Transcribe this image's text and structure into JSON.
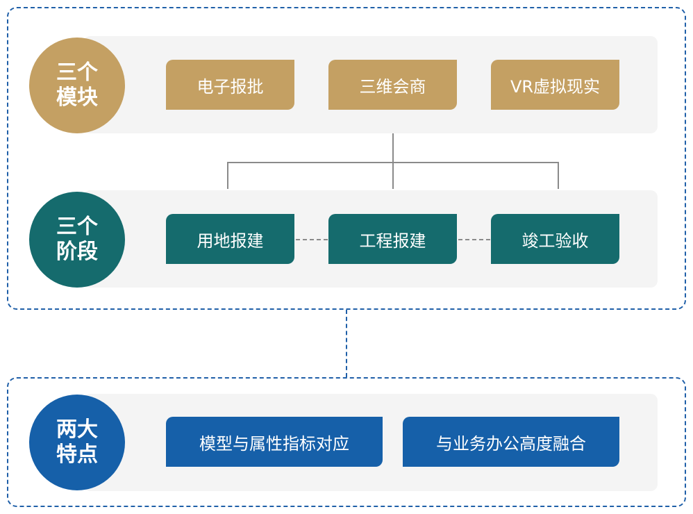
{
  "modules": {
    "circle_line1": "三个",
    "circle_line2": "模块",
    "items": [
      "电子报批",
      "三维会商",
      "VR虚拟现实"
    ]
  },
  "stages": {
    "circle_line1": "三个",
    "circle_line2": "阶段",
    "items": [
      "用地报建",
      "工程报建",
      "竣工验收"
    ]
  },
  "features": {
    "circle_line1": "两大",
    "circle_line2": "特点",
    "items": [
      "模型与属性指标对应",
      "与业务办公高度融合"
    ]
  },
  "colors": {
    "frame_border": "#1f5fa8",
    "panel_bg": "#f4f4f4",
    "modules": "#c4a063",
    "stages": "#156b6d",
    "features": "#1660a9",
    "connector": "#8a8a8a"
  }
}
